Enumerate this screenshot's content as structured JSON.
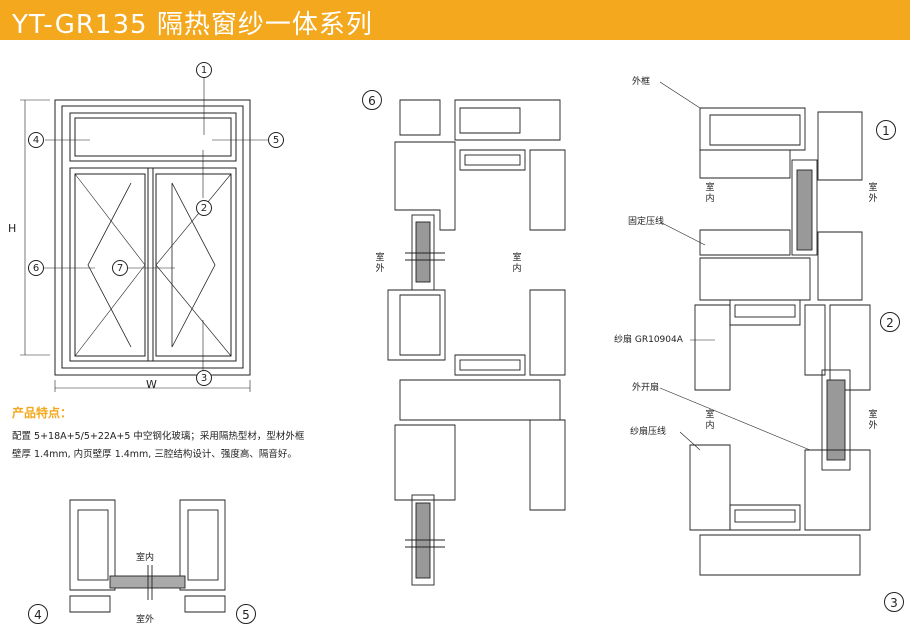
{
  "header": {
    "title": "YT-GR135 隔热窗纱一体系列"
  },
  "features": {
    "title": "产品特点：",
    "line1": "配置 5+18A+5/5+22A+5 中空钢化玻璃；采用隔热型材，型材外框",
    "line2": "壁厚 1.4mm, 内页壁厚 1.4mm, 三腔结构设计、强度高、隔音好。"
  },
  "elevation": {
    "h_label": "H",
    "w_label": "W",
    "callouts": [
      "1",
      "2",
      "3",
      "4",
      "5",
      "6",
      "7"
    ]
  },
  "section_mid": {
    "callout": "6",
    "outside": "室外",
    "inside": "室内"
  },
  "section_bottom": {
    "inside": "室内",
    "outside": "室外",
    "callout_left": "4",
    "callout_right": "5"
  },
  "section_right": {
    "labels": {
      "outer_frame": "外框",
      "fixed_bead": "固定压线",
      "screen_sash": "纱扇 GR10904A",
      "outward_sash": "外开扇",
      "screen_bead": "纱扇压线"
    },
    "inside": "室内",
    "outside": "室外",
    "callouts": [
      "1",
      "2",
      "3"
    ]
  }
}
